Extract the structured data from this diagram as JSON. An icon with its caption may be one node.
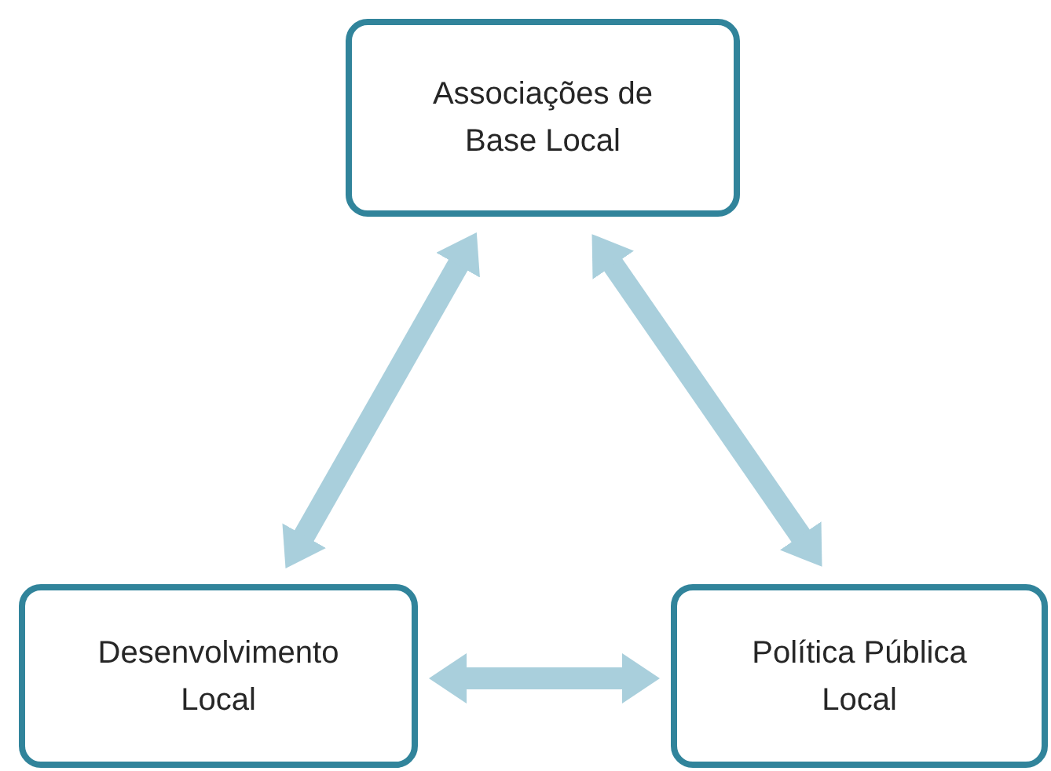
{
  "diagram": {
    "nodes": [
      {
        "text": [
          "Associações de Base Local"
        ]
      },
      {
        "text": [
          "Desenvolvimento Local"
        ]
      },
      {
        "text": [
          "Política Pública Local"
        ]
      }
    ],
    "edges": [
      {
        "from": 0,
        "to": 1,
        "arrow": "both"
      },
      {
        "from": 0,
        "to": 2,
        "arrow": "both"
      },
      {
        "from": 1,
        "to": 2,
        "arrow": "both"
      }
    ]
  }
}
